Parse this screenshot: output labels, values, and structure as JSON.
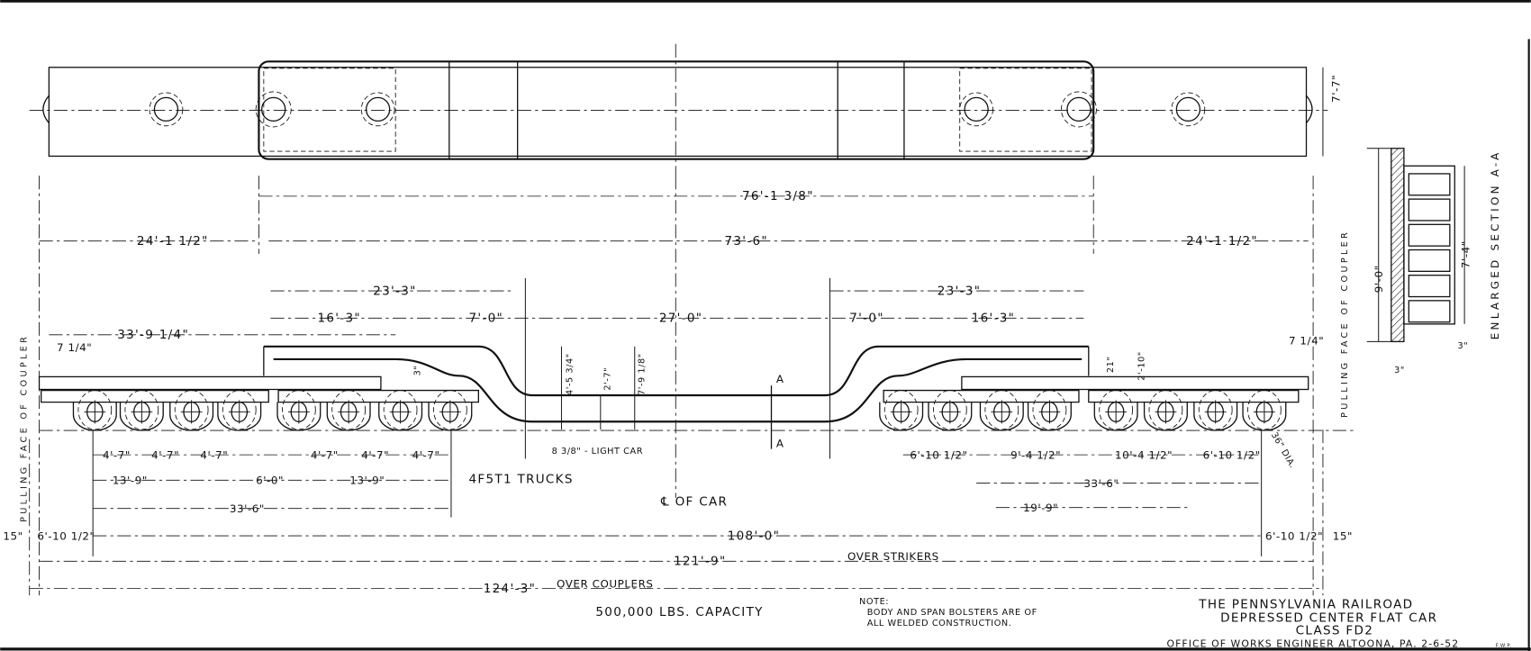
{
  "plan_view": {},
  "dimensions": {
    "d76": "76'-1 3/8\"",
    "d24_left": "24'-1 1/2\"",
    "d73": "73'-6\"",
    "d24_right": "24'-1 1/2\"",
    "d23_left": "23'-3\"",
    "d23_right": "23'-3\"",
    "d16_left": "16'-3\"",
    "d7_left": "7'-0\"",
    "d27": "27'-0\"",
    "d7_right": "7'-0\"",
    "d16_right": "16'-3\"",
    "d33_9": "33'-9 1/4\"",
    "d7q_left": "7 1/4\"",
    "d7q_right": "7 1/4\"",
    "d3": "3\"",
    "d4_5": "4'-5 3/4\"",
    "d2_7": "2'-7\"",
    "d7_9": "7'-9 1/8\"",
    "d_light": "8 3/8\" - LIGHT CAR",
    "d21": "21\"",
    "d2_10": "2'-10\"",
    "d7ft_right": "7'-7\"",
    "d36": "36\" DIA.",
    "left_axles": [
      "4'-7\"",
      "4'-7\"",
      "4'-7\"",
      "4'-7\"",
      "4'-7\"",
      "4'-7\""
    ],
    "d13_9_a": "13'-9\"",
    "d6_0": "6'-0\"",
    "d13_9_b": "13'-9\"",
    "d33_6_left": "33'-6\"",
    "right_spacing": [
      "6'-10 1/2\"",
      "9'-4 1/2\"",
      "10'-4 1/2\"",
      "6'-10 1/2\""
    ],
    "d33_6_right": "33'-6\"",
    "d19_9": "19'-9\"",
    "d15_left": "15\"",
    "d6_10_left": "6'-10 1/2\"",
    "d108": "108'-0\"",
    "d6_10_right": "6'-10 1/2\"",
    "d15_right": "15\"",
    "d121": "121'-9\"",
    "over_strikers": "OVER STRIKERS",
    "d124": "124'-3\"",
    "over_couplers": "OVER COUPLERS"
  },
  "labels": {
    "section_mark": "A",
    "trucks": "4F5T1 TRUCKS",
    "centerline": "℄ OF CAR",
    "pulling_face_left": "PULLING FACE OF COUPLER",
    "pulling_face_right": "PULLING FACE OF COUPLER"
  },
  "section": {
    "title": "ENLARGED SECTION A-A",
    "height": "9'-0\"",
    "inner": "7'-4\"",
    "t1": "3\"",
    "t2": "3\""
  },
  "notes": {
    "capacity": "500,000 LBS. CAPACITY",
    "note_label": "NOTE:",
    "note_line1": "BODY AND SPAN BOLSTERS ARE OF",
    "note_line2": "ALL WELDED CONSTRUCTION."
  },
  "title_block": {
    "line1": "THE PENNSYLVANIA RAILROAD",
    "line2": "DEPRESSED CENTER FLAT CAR",
    "line3": "CLASS FD2",
    "office": "OFFICE OF WORKS ENGINEER  ALTOONA, PA. 2-6-52",
    "initials": "F.W.P."
  }
}
